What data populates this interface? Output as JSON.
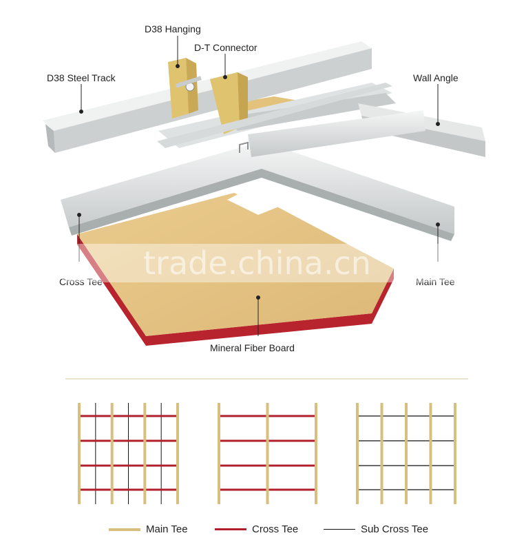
{
  "labels": {
    "d38_hanging": "D38 Hanging",
    "dt_connector": "D-T Connector",
    "d38_steel_track": "D38 Steel Track",
    "wall_angle": "Wall Angle",
    "cross_tee": "Cross Tee",
    "main_tee": "Main Tee",
    "mineral_fiber_board": "Mineral Fiber Board"
  },
  "watermark": "trade.china.cn",
  "legend": {
    "main_tee": "Main Tee",
    "cross_tee": "Cross Tee",
    "sub_cross_tee": "Sub Cross Tee"
  },
  "colors": {
    "main_tee": "#d9bf7e",
    "cross_tee": "#b11f2c",
    "sub_cross_tee": "#111111",
    "board_face": "#e5c484",
    "board_edge": "#b8242d",
    "connector": "#e0c36f",
    "steel_light": "#eceeee",
    "steel_dark": "#b9bdbe",
    "divider": "#ece3cf"
  },
  "grid_patterns": [
    {
      "name": "pattern-1",
      "main_tees": 4,
      "cross_tees": 4,
      "sub_cross_tees": 3
    },
    {
      "name": "pattern-2",
      "main_tees": 3,
      "cross_tees": 4,
      "sub_cross_tees": 0
    },
    {
      "name": "pattern-3",
      "main_tees": 5,
      "cross_tees": 0,
      "sub_cross_tees": 4
    }
  ]
}
